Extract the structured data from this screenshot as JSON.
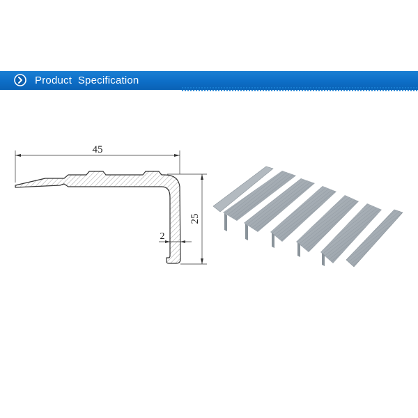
{
  "header": {
    "title": "Product  Specification",
    "icon": "chevron-right-circle-icon",
    "bar_color": "#0d6ec7"
  },
  "drawing": {
    "dimensions": {
      "width": "45",
      "height": "25",
      "thickness": "2"
    }
  },
  "photo": {
    "subject": "aluminum stair nosing profiles",
    "profile_color": "#9aa3ab"
  }
}
